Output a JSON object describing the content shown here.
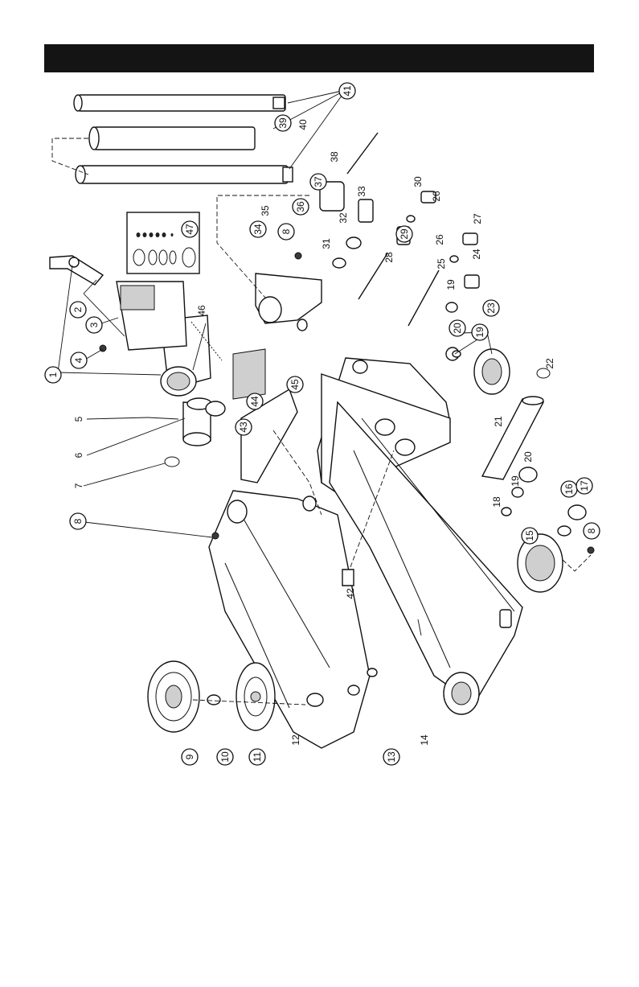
{
  "header": {
    "title": ""
  },
  "parts": [
    {
      "id": "1",
      "label": "1",
      "circled": true
    },
    {
      "id": "2",
      "label": "2",
      "circled": true
    },
    {
      "id": "3",
      "label": "3",
      "circled": true
    },
    {
      "id": "4",
      "label": "4",
      "circled": true
    },
    {
      "id": "5",
      "label": "5",
      "circled": false
    },
    {
      "id": "6",
      "label": "6",
      "circled": false
    },
    {
      "id": "7",
      "label": "7",
      "circled": false
    },
    {
      "id": "8a",
      "label": "8",
      "circled": true
    },
    {
      "id": "8b",
      "label": "8",
      "circled": true
    },
    {
      "id": "8c",
      "label": "8",
      "circled": true
    },
    {
      "id": "9",
      "label": "9",
      "circled": true
    },
    {
      "id": "10",
      "label": "10",
      "circled": true
    },
    {
      "id": "11",
      "label": "11",
      "circled": true
    },
    {
      "id": "12",
      "label": "12",
      "circled": false
    },
    {
      "id": "13",
      "label": "13",
      "circled": true
    },
    {
      "id": "14",
      "label": "14",
      "circled": false
    },
    {
      "id": "15",
      "label": "15",
      "circled": true
    },
    {
      "id": "16",
      "label": "16",
      "circled": true
    },
    {
      "id": "17",
      "label": "17",
      "circled": true
    },
    {
      "id": "18",
      "label": "18",
      "circled": false
    },
    {
      "id": "19a",
      "label": "19",
      "circled": false
    },
    {
      "id": "19b",
      "label": "19",
      "circled": true
    },
    {
      "id": "19c",
      "label": "19",
      "circled": false
    },
    {
      "id": "20a",
      "label": "20",
      "circled": false
    },
    {
      "id": "20b",
      "label": "20",
      "circled": true
    },
    {
      "id": "21",
      "label": "21",
      "circled": false
    },
    {
      "id": "22",
      "label": "22",
      "circled": false
    },
    {
      "id": "23",
      "label": "23",
      "circled": true
    },
    {
      "id": "24",
      "label": "24",
      "circled": false
    },
    {
      "id": "25",
      "label": "25",
      "circled": false
    },
    {
      "id": "26a",
      "label": "26",
      "circled": false
    },
    {
      "id": "26b",
      "label": "26",
      "circled": false
    },
    {
      "id": "27",
      "label": "27",
      "circled": false
    },
    {
      "id": "28",
      "label": "28",
      "circled": false
    },
    {
      "id": "29",
      "label": "29",
      "circled": true
    },
    {
      "id": "30",
      "label": "30",
      "circled": false
    },
    {
      "id": "31",
      "label": "31",
      "circled": false
    },
    {
      "id": "32",
      "label": "32",
      "circled": false
    },
    {
      "id": "33",
      "label": "33",
      "circled": false
    },
    {
      "id": "34",
      "label": "34",
      "circled": true
    },
    {
      "id": "35",
      "label": "35",
      "circled": false
    },
    {
      "id": "36",
      "label": "36",
      "circled": true
    },
    {
      "id": "37",
      "label": "37",
      "circled": true
    },
    {
      "id": "38",
      "label": "38",
      "circled": false
    },
    {
      "id": "39",
      "label": "39",
      "circled": true
    },
    {
      "id": "40",
      "label": "40",
      "circled": false
    },
    {
      "id": "41",
      "label": "41",
      "circled": true
    },
    {
      "id": "42",
      "label": "42",
      "circled": false
    },
    {
      "id": "43",
      "label": "43",
      "circled": true
    },
    {
      "id": "44",
      "label": "44",
      "circled": true
    },
    {
      "id": "45",
      "label": "45",
      "circled": true
    },
    {
      "id": "46",
      "label": "46",
      "circled": false
    },
    {
      "id": "47",
      "label": "47",
      "circled": true
    }
  ]
}
